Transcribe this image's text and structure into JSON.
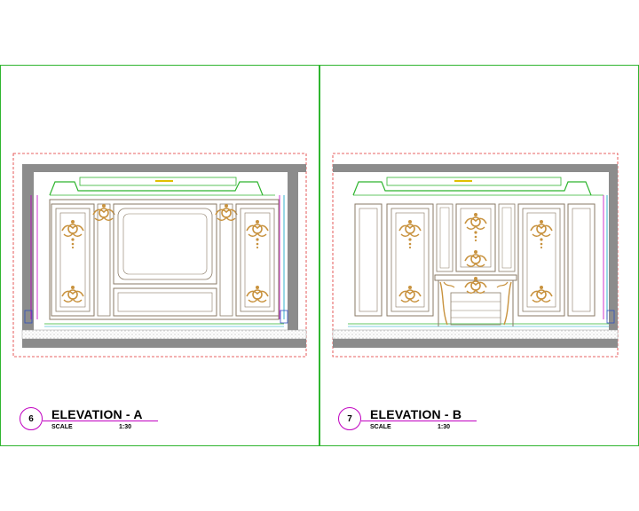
{
  "colors": {
    "frame": "#2fb52f",
    "dashed_border": "#e03030",
    "ornament": "#c8923e",
    "panel_line": "#8a7a66",
    "wall_section": "#8c8c8c",
    "callout": "#c000c0",
    "floor_hatch": "#bdbdbd"
  },
  "elevations": [
    {
      "number": "6",
      "title": "ELEVATION - A",
      "scale_label": "SCALE",
      "scale_value": "1:30"
    },
    {
      "number": "7",
      "title": "ELEVATION - B",
      "scale_label": "SCALE",
      "scale_value": "1:30"
    }
  ]
}
